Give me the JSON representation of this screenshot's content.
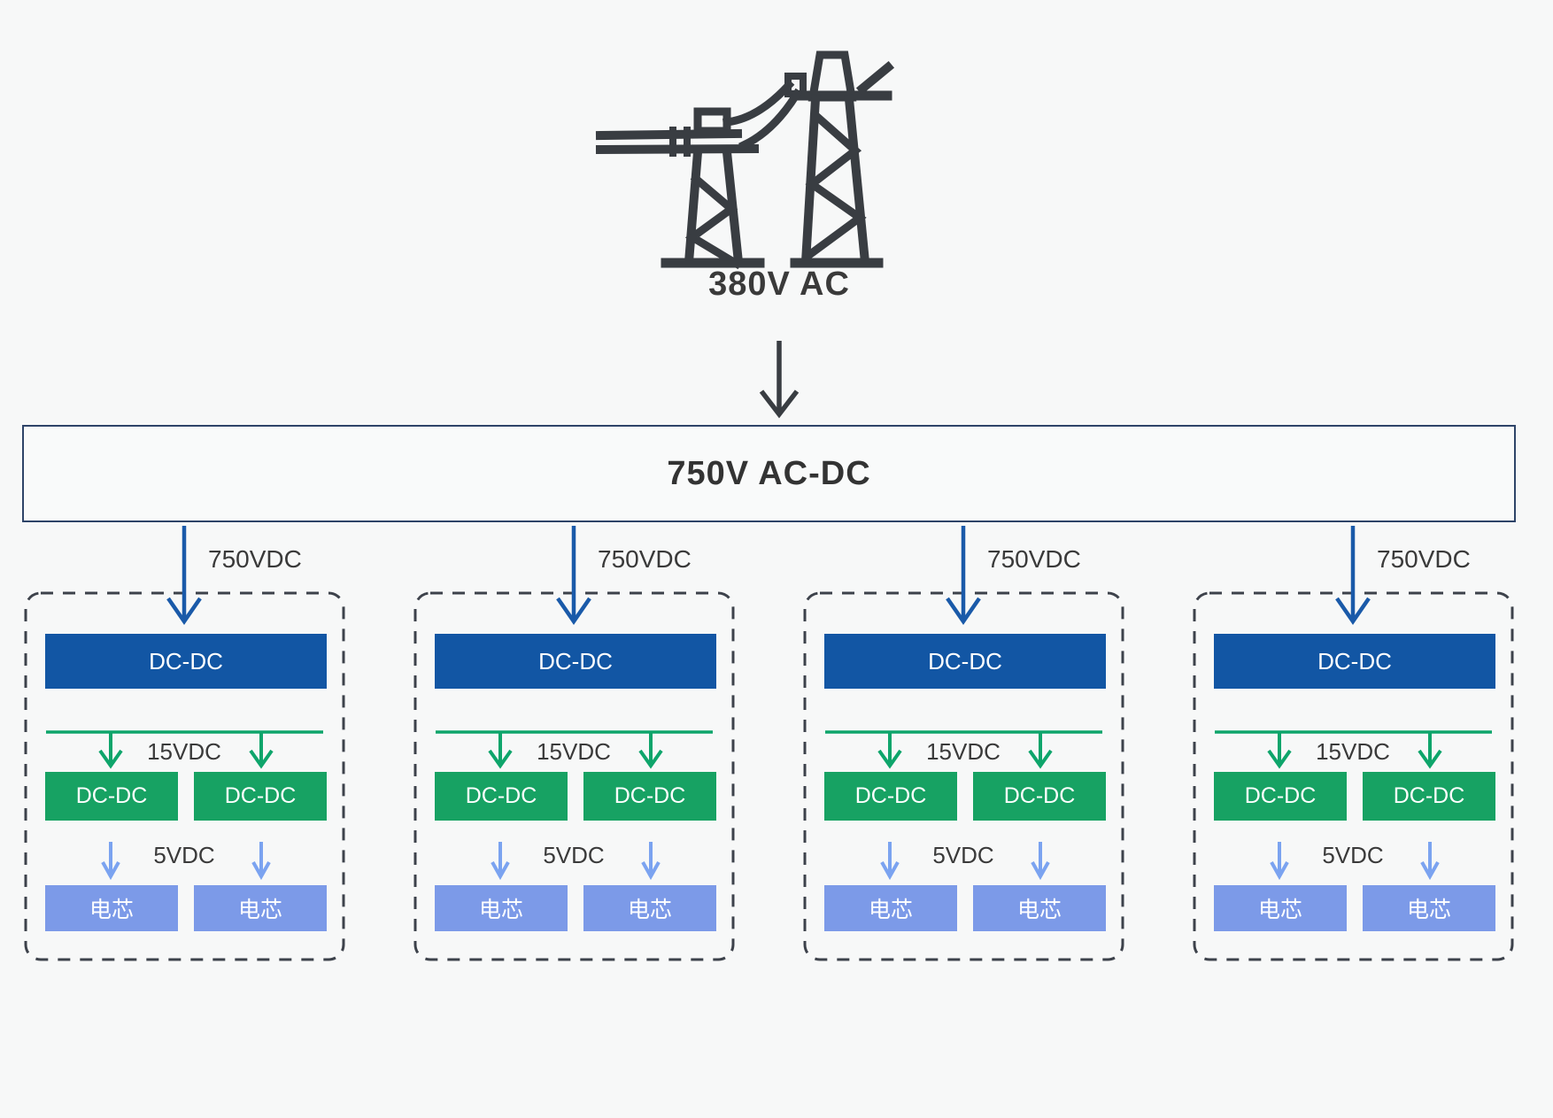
{
  "source": {
    "icon": "transmission-towers-icon",
    "label": "380V AC"
  },
  "converter": {
    "label": "750V AC-DC"
  },
  "branches": [
    {
      "input_voltage": "750VDC",
      "primary_converter": "DC-DC",
      "mid_voltage": "15VDC",
      "secondary_converters": [
        "DC-DC",
        "DC-DC"
      ],
      "low_voltage": "5VDC",
      "cells": [
        "电芯",
        "电芯"
      ]
    },
    {
      "input_voltage": "750VDC",
      "primary_converter": "DC-DC",
      "mid_voltage": "15VDC",
      "secondary_converters": [
        "DC-DC",
        "DC-DC"
      ],
      "low_voltage": "5VDC",
      "cells": [
        "电芯",
        "电芯"
      ]
    },
    {
      "input_voltage": "750VDC",
      "primary_converter": "DC-DC",
      "mid_voltage": "15VDC",
      "secondary_converters": [
        "DC-DC",
        "DC-DC"
      ],
      "low_voltage": "5VDC",
      "cells": [
        "电芯",
        "电芯"
      ]
    },
    {
      "input_voltage": "750VDC",
      "primary_converter": "DC-DC",
      "mid_voltage": "15VDC",
      "secondary_converters": [
        "DC-DC",
        "DC-DC"
      ],
      "low_voltage": "5VDC",
      "cells": [
        "电芯",
        "电芯"
      ]
    }
  ],
  "colors": {
    "page_bg": "#f7f8f8",
    "text_dark": "#3a3a3a",
    "icon_dark": "#393d42",
    "primary_blue": "#1256a4",
    "green": "#17a263",
    "light_blue": "#7c9ae8",
    "arrow_blue": "#1a5aa9",
    "arrow_green": "#0ea56b",
    "arrow_light_blue": "#7ba3f0",
    "dashed_border": "#3d424b",
    "converter_border": "#2e4468"
  }
}
